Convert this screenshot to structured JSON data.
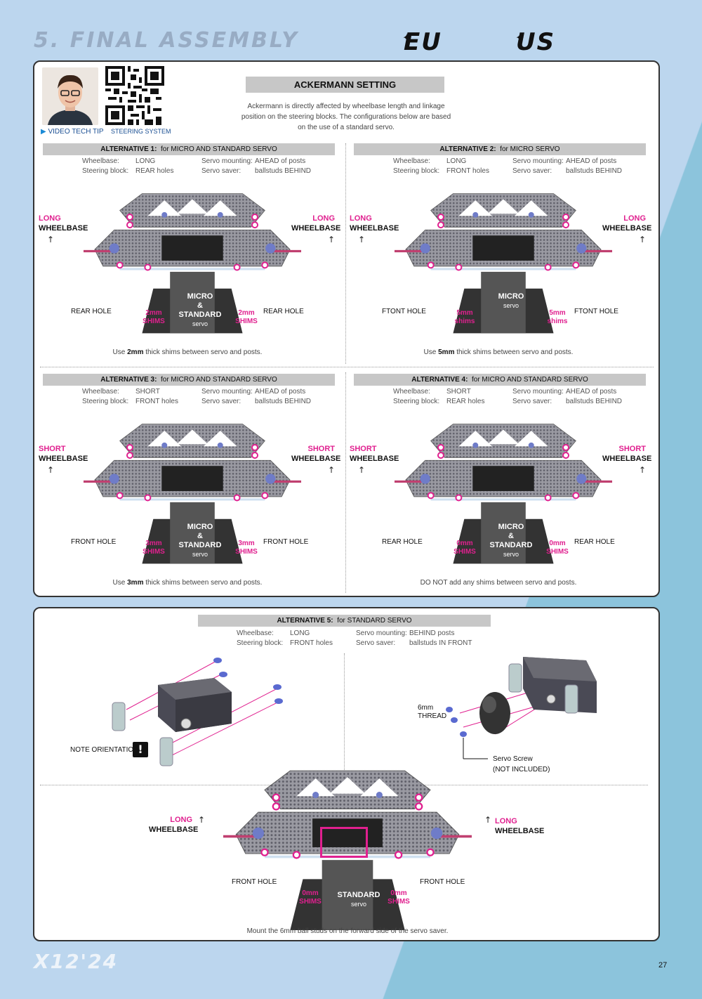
{
  "header": {
    "section_title": "5. FINAL ASSEMBLY",
    "brand_eu": "EU",
    "brand_us": "US"
  },
  "video": {
    "tip_label": "VIDEO TECH TIP",
    "qr_caption": "STEERING SYSTEM"
  },
  "ackermann": {
    "title": "ACKERMANN SETTING",
    "intro": "Ackermann is directly affected by wheelbase length and linkage position on the steering blocks. The configurations below are based on the use of a standard servo."
  },
  "spec_keys": {
    "wheelbase": "Wheelbase:",
    "steering_block": "Steering block:",
    "servo_mounting": "Servo mounting:",
    "servo_saver": "Servo saver:"
  },
  "alternatives": [
    {
      "lead": "ALTERNATIVE 1:",
      "rest": "for MICRO AND STANDARD SERVO",
      "wheelbase": "LONG",
      "steering_block": "REAR holes",
      "servo_mounting": "AHEAD of posts",
      "servo_saver": "ballstuds BEHIND",
      "wb_line1": "LONG",
      "wb_line2": "WHEELBASE",
      "hole": "REAR HOLE",
      "servo_l1": "MICRO",
      "servo_l2": "&",
      "servo_l3": "STANDARD",
      "servo_l4": "servo",
      "shim_l1": "2mm",
      "shim_l2": "SHIMS",
      "cap_pre": "Use ",
      "cap_bold": "2mm",
      "cap_post": " thick shims between servo and posts."
    },
    {
      "lead": "ALTERNATIVE 2:",
      "rest": "for MICRO SERVO",
      "wheelbase": "LONG",
      "steering_block": "FRONT holes",
      "servo_mounting": "AHEAD of posts",
      "servo_saver": "ballstuds BEHIND",
      "wb_line1": "LONG",
      "wb_line2": "WHEELBASE",
      "hole": "FTONT HOLE",
      "servo_l1": "MICRO",
      "servo_l2": "",
      "servo_l3": "",
      "servo_l4": "servo",
      "shim_l1": "5mm",
      "shim_l2": "shims",
      "cap_pre": "Use ",
      "cap_bold": "5mm",
      "cap_post": " thick shims between servo and posts."
    },
    {
      "lead": "ALTERNATIVE 3:",
      "rest": "for MICRO AND STANDARD SERVO",
      "wheelbase": "SHORT",
      "steering_block": "FRONT holes",
      "servo_mounting": "AHEAD of posts",
      "servo_saver": "ballstuds BEHIND",
      "wb_line1": "SHORT",
      "wb_line2": "WHEELBASE",
      "hole": "FRONT HOLE",
      "servo_l1": "MICRO",
      "servo_l2": "&",
      "servo_l3": "STANDARD",
      "servo_l4": "servo",
      "shim_l1": "3mm",
      "shim_l2": "SHIMS",
      "cap_pre": "Use ",
      "cap_bold": "3mm",
      "cap_post": " thick shims between servo and posts."
    },
    {
      "lead": "ALTERNATIVE 4:",
      "rest": "for MICRO AND STANDARD SERVO",
      "wheelbase": "SHORT",
      "steering_block": "REAR holes",
      "servo_mounting": "AHEAD of posts",
      "servo_saver": "ballstuds BEHIND",
      "wb_line1": "SHORT",
      "wb_line2": "WHEELBASE",
      "hole": "REAR HOLE",
      "servo_l1": "MICRO",
      "servo_l2": "&",
      "servo_l3": "STANDARD",
      "servo_l4": "servo",
      "shim_l1": "0mm",
      "shim_l2": "SHIMS",
      "cap_pre": "",
      "cap_bold": "",
      "cap_post": "DO NOT add any shims between servo and posts."
    }
  ],
  "alt5": {
    "lead": "ALTERNATIVE 5:",
    "rest": "for STANDARD SERVO",
    "wheelbase": "LONG",
    "steering_block": "FRONT holes",
    "servo_mounting": "BEHIND posts",
    "servo_saver": "ballstuds IN FRONT",
    "note_orientation": "NOTE ORIENTATION",
    "note_mark": "!",
    "thread_l1": "6mm",
    "thread_l2": "THREAD",
    "servo_screw_l1": "Servo Screw",
    "servo_screw_l2": "(NOT INCLUDED)",
    "wb_line1": "LONG",
    "wb_line2": "WHEELBASE",
    "hole": "FRONT HOLE",
    "servo_l1": "STANDARD",
    "servo_l2": "servo",
    "shim_l1": "0mm",
    "shim_l2": "SHIMS",
    "caption": "Mount the 6mm ball studs on the forward side of the servo saver."
  },
  "footer": {
    "model": "X12'24",
    "page": "27"
  },
  "colors": {
    "accent": "#e0208f",
    "panel_bg": "#ffffff",
    "bar_gray": "#c7c7c7",
    "bg_light": "#bcd6ee",
    "bg_dark": "#8cc4dc"
  }
}
